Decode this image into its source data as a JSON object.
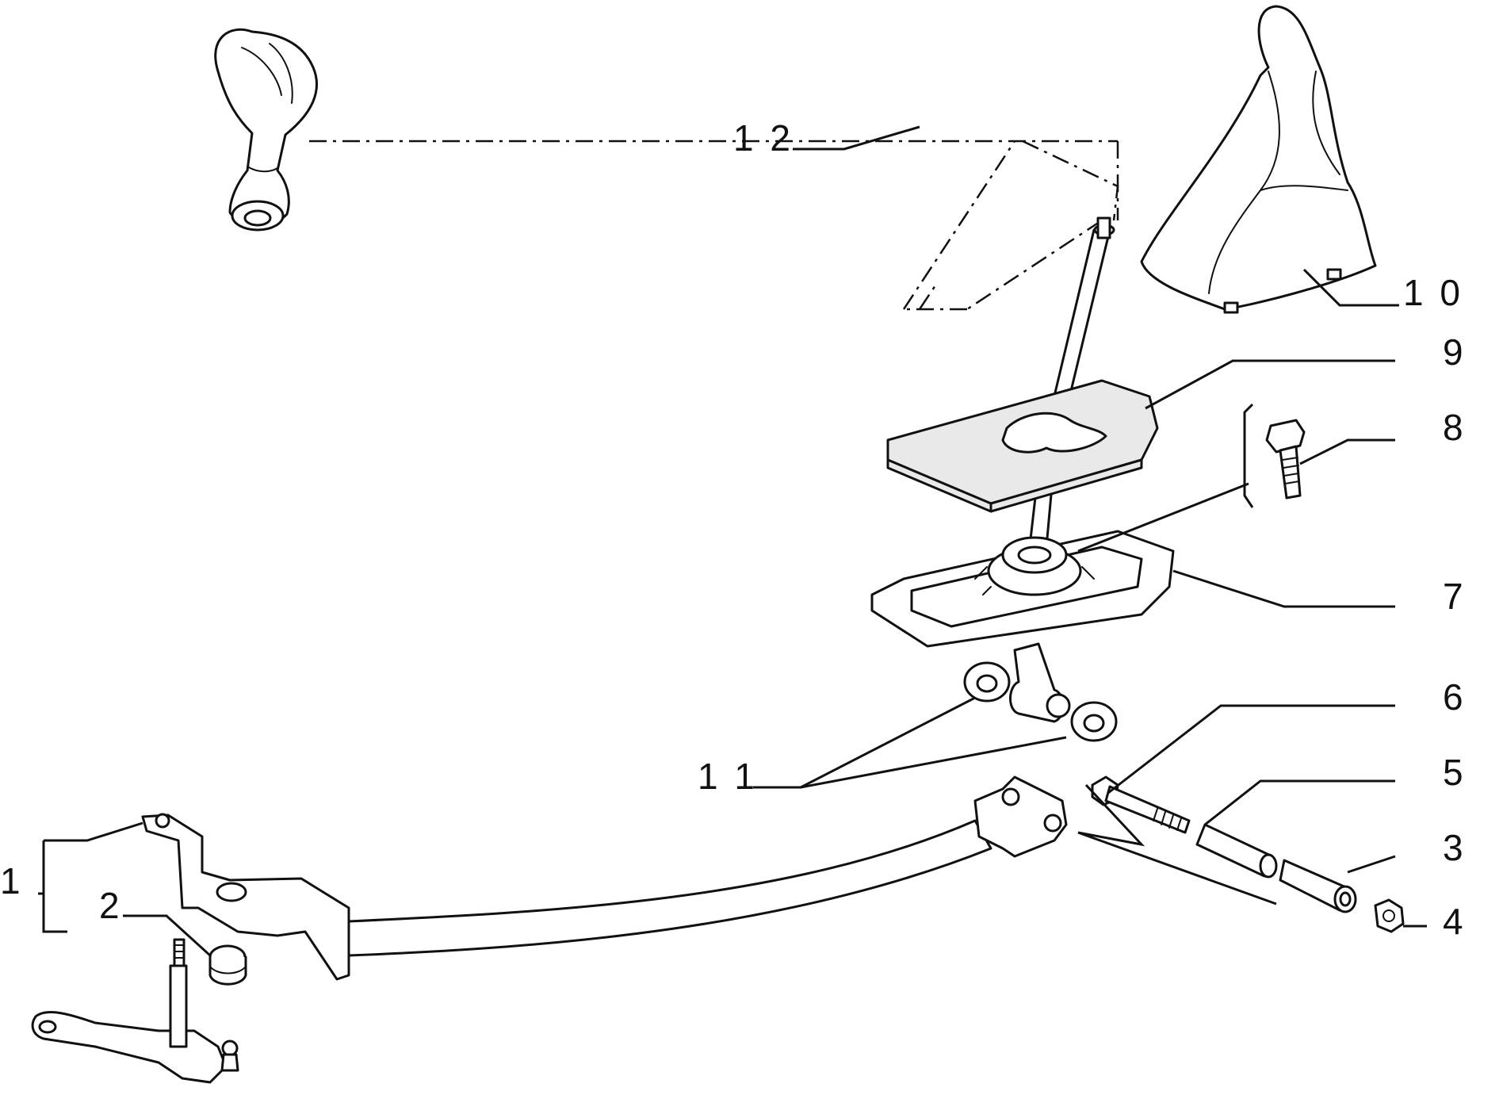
{
  "diagram": {
    "callouts": [
      {
        "id": "1",
        "text": "1"
      },
      {
        "id": "2",
        "text": "2"
      },
      {
        "id": "3",
        "text": "3"
      },
      {
        "id": "4",
        "text": "4"
      },
      {
        "id": "5",
        "text": "5"
      },
      {
        "id": "6",
        "text": "6"
      },
      {
        "id": "7",
        "text": "7"
      },
      {
        "id": "8",
        "text": "8"
      },
      {
        "id": "9",
        "text": "9"
      },
      {
        "id": "10",
        "text": "1 0"
      },
      {
        "id": "11",
        "text": "1 1"
      },
      {
        "id": "12",
        "text": "1 2"
      }
    ],
    "colors": {
      "line": "#111111",
      "fill": "#ffffff",
      "shade": "#e9e9e9"
    }
  }
}
